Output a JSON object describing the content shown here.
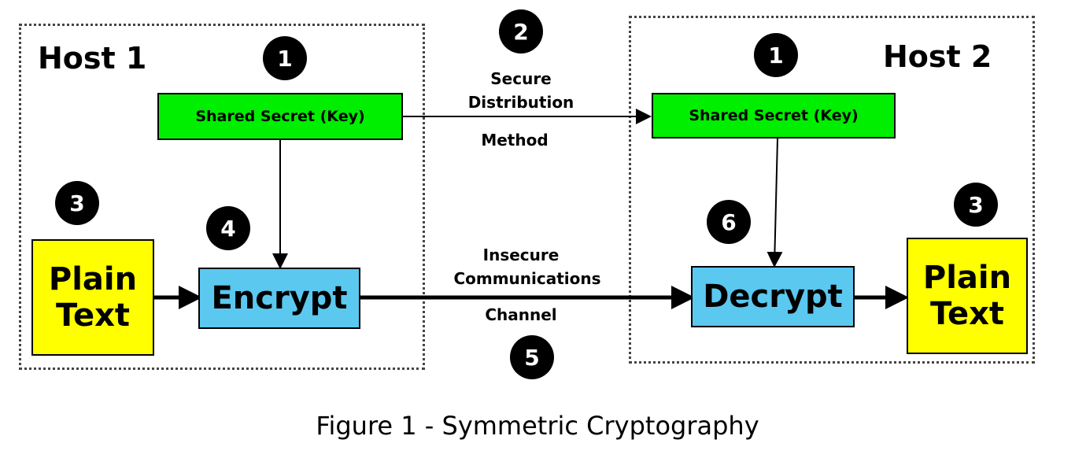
{
  "host1": {
    "title": "Host 1",
    "key_label": "Shared Secret (Key)",
    "plain_label": "Plain Text",
    "process_label": "Encrypt",
    "badges": {
      "key": "1",
      "plain": "3",
      "process": "4"
    }
  },
  "host2": {
    "title": "Host 2",
    "key_label": "Shared Secret (Key)",
    "plain_label": "Plain Text",
    "process_label": "Decrypt",
    "badges": {
      "key": "1",
      "plain": "3",
      "process": "6"
    }
  },
  "secure_channel": {
    "badge": "2",
    "line1": "Secure",
    "line2": "Distribution",
    "line3": "Method"
  },
  "insecure_channel": {
    "badge": "5",
    "line1": "Insecure",
    "line2": "Communications",
    "line3": "Channel"
  },
  "caption": "Figure 1 - Symmetric Cryptography",
  "colors": {
    "key_fill": "#00ee00",
    "plain_fill": "#ffff00",
    "process_fill": "#5bc8f0",
    "badge_fill": "#000000"
  }
}
